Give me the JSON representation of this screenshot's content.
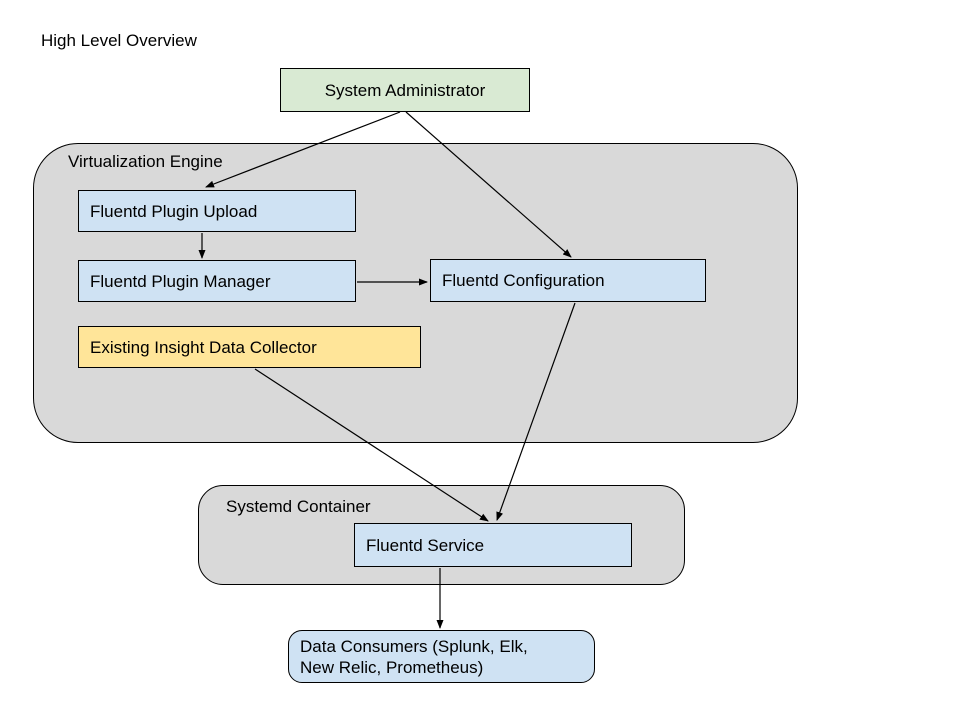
{
  "page": {
    "title": "High Level Overview"
  },
  "colors": {
    "node_green": "#d9ead3",
    "node_blue": "#cfe2f3",
    "node_yellow": "#ffe599",
    "container_gray": "#d9d9d9",
    "border": "#000000",
    "arrow": "#000000",
    "background": "#ffffff"
  },
  "containers": {
    "virtualization_engine": {
      "label": "Virtualization Engine"
    },
    "systemd_container": {
      "label": "Systemd Container"
    }
  },
  "nodes": {
    "system_administrator": {
      "label": "System Administrator",
      "color": "#d9ead3"
    },
    "fluentd_plugin_upload": {
      "label": "Fluentd Plugin Upload",
      "color": "#cfe2f3"
    },
    "fluentd_plugin_manager": {
      "label": "Fluentd Plugin Manager",
      "color": "#cfe2f3"
    },
    "fluentd_configuration": {
      "label": "Fluentd Configuration",
      "color": "#cfe2f3"
    },
    "existing_insight_data_collector": {
      "label": "Existing Insight Data Collector",
      "color": "#ffe599"
    },
    "fluentd_service": {
      "label": "Fluentd Service",
      "color": "#cfe2f3"
    },
    "data_consumers": {
      "label": "Data Consumers (Splunk, Elk,\nNew Relic, Prometheus)",
      "color": "#cfe2f3"
    }
  },
  "edges": [
    {
      "from": "system_administrator",
      "to": "fluentd_plugin_upload"
    },
    {
      "from": "system_administrator",
      "to": "fluentd_configuration"
    },
    {
      "from": "fluentd_plugin_upload",
      "to": "fluentd_plugin_manager"
    },
    {
      "from": "fluentd_plugin_manager",
      "to": "fluentd_configuration"
    },
    {
      "from": "existing_insight_data_collector",
      "to": "fluentd_service"
    },
    {
      "from": "fluentd_configuration",
      "to": "fluentd_service"
    },
    {
      "from": "fluentd_service",
      "to": "data_consumers"
    }
  ]
}
